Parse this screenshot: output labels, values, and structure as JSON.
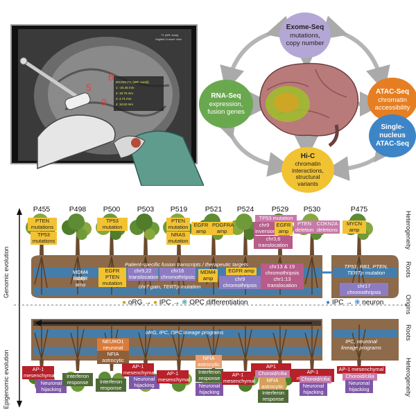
{
  "surgery_panel": {
    "screen_title_1": "T1 (MR: Axial)",
    "screen_title_2": "Sagittal Custom View",
    "zone_labels": [
      "5",
      "6",
      "9"
    ],
    "readout_lines": [
      "DICOM (T1 (MR: Axial))",
      "1: -24.45 mm",
      "2: 18.75 mm",
      "3: 4.71 mm",
      "4: 10.62 mm"
    ]
  },
  "omics_cycle": {
    "exome": {
      "title": "Exome-Seq",
      "desc": "mutations, copy number",
      "color": "#b4a7d6"
    },
    "rna": {
      "title": "RNA-Seq",
      "desc": "expression, fusion genes",
      "color": "#6aa84f"
    },
    "atac": {
      "title": "ATAC-Seq",
      "desc": "chromatin accessibility",
      "color": "#e67e22"
    },
    "snatac": {
      "title": "Single-nucleus ATAC-Seq",
      "color": "#3d85c6"
    },
    "hic": {
      "title": "Hi-C",
      "desc": "chromatin interactions, structural variants",
      "color": "#f1c232"
    }
  },
  "patients": [
    "P455",
    "P498",
    "P500",
    "P503",
    "P519",
    "P521",
    "P524",
    "P529",
    "P530",
    "P475"
  ],
  "side_labels": {
    "left_top": "Genomic evolution",
    "left_bottom": "Epigenomic evolution",
    "right": [
      "Heterogeneity",
      "Roots",
      "Origins",
      "Roots",
      "Heterogeneity"
    ]
  },
  "genomic_canopy": {
    "p455": [
      "PTEN mutations",
      "TP53 mutations"
    ],
    "p500": [
      "TP53 mutation"
    ],
    "p519": [
      "PTEN mutation",
      "NRAS mutation"
    ],
    "p521": [
      "EGFR amp",
      "PDGFRA amp"
    ],
    "p529": [
      "TP53 mutation",
      "chr9 inversion",
      "EGFR amp",
      "chr3,6 translocation"
    ],
    "p530": [
      "PTEN deletion",
      "CDKN2A deletions"
    ],
    "p475": [
      "MYCN amp"
    ]
  },
  "genomic_roots": {
    "band": "Patient-specific fusion transcripts / therapeutic targets",
    "p498": [
      "MDM4 amp",
      "EGFR amp"
    ],
    "p500": [
      "EGFR amp",
      "PTEN mutation"
    ],
    "p503": [
      "chr9,22 translocation"
    ],
    "p519": [
      "chr16 chromothripsis"
    ],
    "p521": [
      "MDM4 amp"
    ],
    "p524": [
      "EGFR amp",
      "chr9 chromothripsis"
    ],
    "p529": [
      "chr13 & 19 chromothripsis",
      "chr1:13 translocation"
    ],
    "bottom": "chr7 gain, TERTp mutation",
    "p475": [
      "TP53, RB1, PTEN, TERTp mutation",
      "chr17 chromothripsis"
    ]
  },
  "origins": {
    "left": [
      "oRG",
      "IPC",
      "OPC differentiation"
    ],
    "right": [
      "IPC",
      "neuron"
    ]
  },
  "epigenomic_roots": {
    "band": "oRG, IPC, OPC lineage programs",
    "p500": [
      "NEURO1 neuronal",
      "NFIA astrocytic"
    ],
    "p475": [
      "IPC, neuronal lineage programs"
    ]
  },
  "epigenomic_canopy": {
    "p455": [
      "AP-1 mesenchymal",
      "Neuronal hijacking"
    ],
    "p498": [
      "Interferon response"
    ],
    "p500": [
      "Interferon response"
    ],
    "p503": [
      "AP-1 mesenchymal",
      "Neuronal hijacking"
    ],
    "p519": [
      "AP-1 mesenchymal"
    ],
    "p521": [
      "NFIA astrocytic",
      "Interferon response",
      "Neuronal hijacking"
    ],
    "p524": [
      "AP-1 mesenchymal"
    ],
    "p529": [
      "AP1 mesenchymal",
      "Choroid/cilia",
      "NFIA astrocytic",
      "Interferon response"
    ],
    "p530": [
      "AP-1 mesenchymal",
      "Choroid/cilia",
      "Neuronal hijacking"
    ],
    "p475": [
      "AP-1 mesenchymal",
      "Choroid/cilia",
      "Neuronal hijacking"
    ]
  }
}
